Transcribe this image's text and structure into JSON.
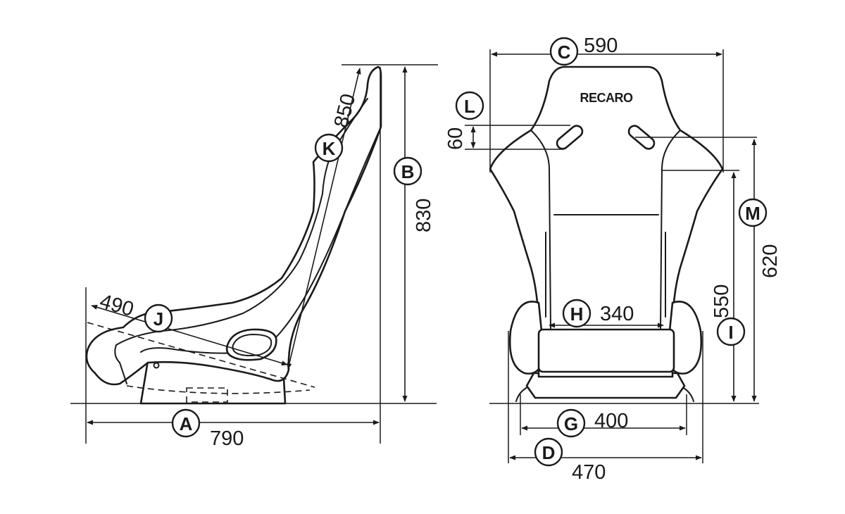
{
  "brand_logo": "RECARO",
  "labels": {
    "A": {
      "letter": "A",
      "value": "790"
    },
    "B": {
      "letter": "B",
      "value": "830"
    },
    "K": {
      "letter": "K",
      "value": "850"
    },
    "J": {
      "letter": "J",
      "value": "490"
    },
    "C": {
      "letter": "C",
      "value": "590"
    },
    "L": {
      "letter": "L",
      "value": "60"
    },
    "M": {
      "letter": "M",
      "value": "620"
    },
    "I": {
      "letter": "I",
      "value": "550"
    },
    "H": {
      "letter": "H",
      "value": "340"
    },
    "G": {
      "letter": "G",
      "value": "400"
    },
    "D": {
      "letter": "D",
      "value": "470"
    }
  }
}
